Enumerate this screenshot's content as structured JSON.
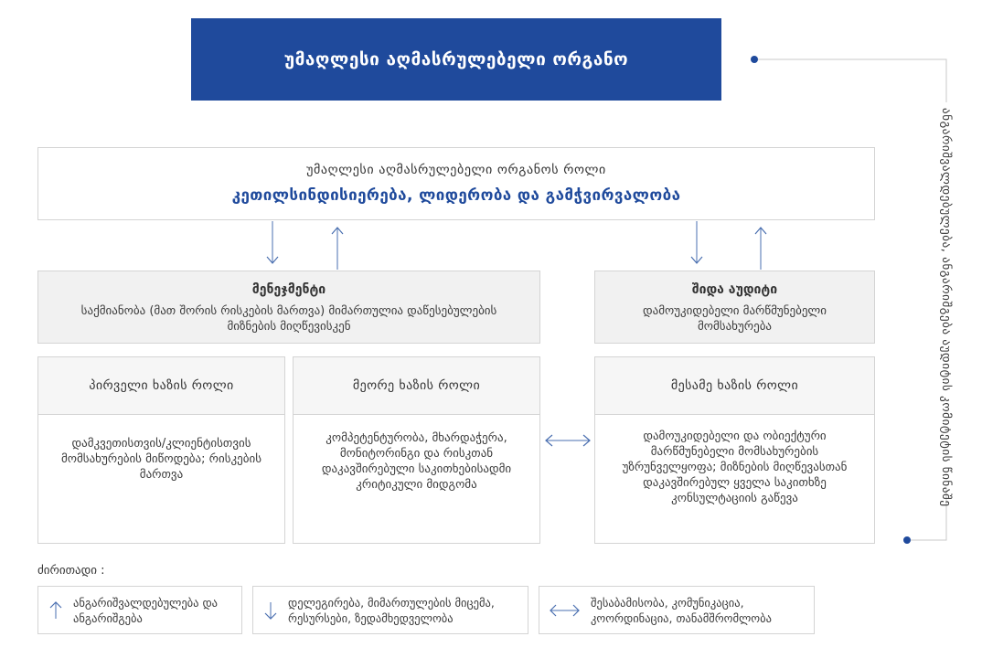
{
  "top_box": {
    "label": "უმაღლესი აღმასრულებელი ორგანო"
  },
  "role_box": {
    "subtitle": "უმაღლესი აღმასრულებელი ორგანოს როლი",
    "title": "კეთილსინდისიერება, ლიდერობა და გამჭვირვალობა"
  },
  "management": {
    "title": "მენეჯმენტი",
    "text": "საქმიანობა (მათ შორის რისკების მართვა)  მიმართულია დაწესებულების მიზნების მიღწევისკენ"
  },
  "internal_audit": {
    "title": "შიდა აუდიტი",
    "text": "დამოუკიდებელი მარწმუნებელი მომსახურება"
  },
  "first_line": {
    "title": "პირველი ხაზის როლი",
    "text": "დამკვეთისთვის/კლიენტისთვის მომსახურების მიწოდება; რისკების მართვა"
  },
  "second_line": {
    "title": "მეორე ხაზის როლი",
    "text": "კომპეტენტურობა, მხარდაჭერა, მონიტორინგი და რისკთან დაკავშირებული საკითხებისადმი კრიტიკული მიდგომა"
  },
  "third_line": {
    "title": "მესამე ხაზის როლი",
    "text": "დამოუკიდებელი და ობიექტური მარწმუნებელი მომსახურების უზრუნველყოფა; მიზნების მიღწევასთან დაკავშირებულ ყველა საკითხზე კონსულტაციის გაწევა"
  },
  "side_label": "ანგარიშვალდებულება, ანგარიშგება აუდიტის კომიტეტის წინაშე",
  "legend": {
    "title": "ძირითადი :",
    "items": [
      {
        "icon": "arrow-up-icon",
        "text": "ანგარიშვალდებულება და ანგარიშგება"
      },
      {
        "icon": "arrow-down-icon",
        "text": "დელეგირება, მიმართულების მიცემა, რესურსები, ზედამხედველობა"
      },
      {
        "icon": "double-arrow-icon",
        "text": "შესაბამისობა, კომუნიკაცია, კოორდინაცია, თანამშრომლობა"
      }
    ]
  },
  "colors": {
    "primary_blue": "#1f4a9c",
    "arrow_blue": "#4a6fb0",
    "border": "#d4d4d4",
    "grey_fill": "#f1f1f1"
  }
}
